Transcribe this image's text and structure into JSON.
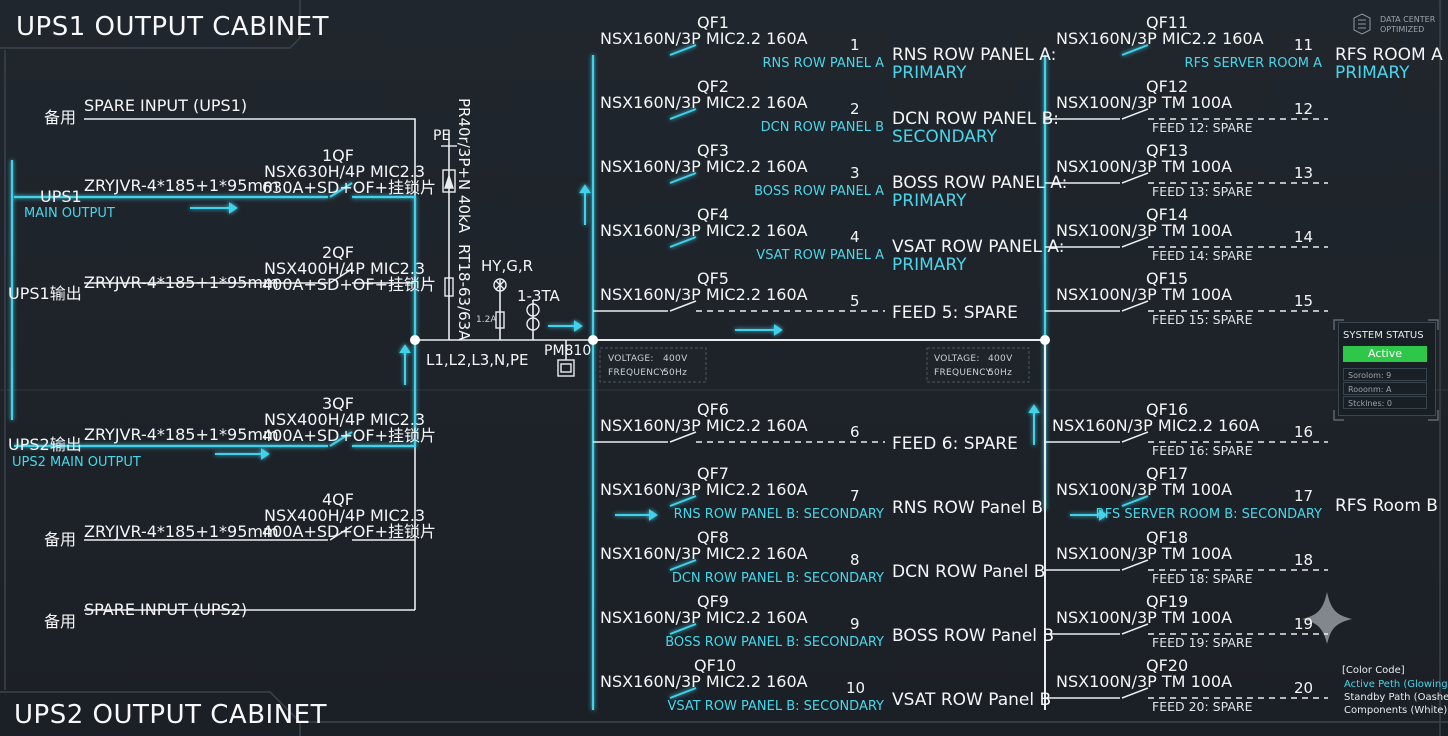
{
  "titles": {
    "top": "UPS1 OUTPUT CABINET",
    "bottom": "UPS2 OUTPUT CABINET"
  },
  "logo": {
    "line1": "DATA CENTER",
    "line2": "OPTIMIZED"
  },
  "inputs": {
    "spare1": {
      "cn": "备用",
      "label": "SPARE INPUT (UPS1)"
    },
    "ups1": {
      "name": "UPS1",
      "sub": "MAIN OUTPUT",
      "cable": "ZRYJVR-4*185+1*95mm"
    },
    "ups1out": {
      "name": "UPS1输出",
      "cable": "ZRYJVR-4*185+1*95mm"
    },
    "ups2out": {
      "name": "UPS2输出",
      "sub": "UPS2 MAIN OUTPUT",
      "cable": "ZRYJVR-4*185+1*95mm"
    },
    "spare2": {
      "cn": "备用",
      "cable": "ZRYJVR-4*185+1*95mm"
    },
    "spare3": {
      "cn": "备用",
      "label": "SPARE INPUT (UPS2)"
    }
  },
  "breakers_in": [
    {
      "id": "1QF",
      "model": "NSX630H/4P MIC2.3",
      "spec": "630A+SD+OF+挂锁片"
    },
    {
      "id": "2QF",
      "model": "NSX400H/4P MIC2.3",
      "spec": "400A+SD+OF+挂锁片"
    },
    {
      "id": "3QF",
      "model": "NSX400H/4P MIC2.3",
      "spec": "400A+SD+OF+挂锁片"
    },
    {
      "id": "4QF",
      "model": "NSX400H/4P MIC2.3",
      "spec": "400A+SD+OF+挂锁片"
    }
  ],
  "bus": {
    "pe": "PE",
    "spd": "PR40r/3P+N 40kA",
    "fuse": "RT18-63/63A",
    "lamps": "HY,G,R",
    "ct": "1-3TA",
    "pm": "PM810",
    "phases": "L1,L2,L3,N,PE",
    "fuse_tag": "1.2A"
  },
  "readouts": [
    {
      "voltage_label": "VOLTAGE:",
      "voltage": "400V",
      "freq_label": "FREQUENCY:",
      "freq": "50Hz"
    },
    {
      "voltage_label": "VOLTAGE:",
      "voltage": "400V",
      "freq_label": "FREQUENCY:",
      "freq": "50Hz"
    }
  ],
  "feeders_mid": [
    {
      "qf": "QF1",
      "model": "NSX160N/3P MIC2.2 160A",
      "n": "1",
      "tag": "RNS ROW PANEL A",
      "dest": "RNS ROW PANEL A:",
      "dest2": "PRIMARY"
    },
    {
      "qf": "QF2",
      "model": "NSX160N/3P MIC2.2 160A",
      "n": "2",
      "tag": "DCN ROW PANEL B",
      "dest": "DCN ROW PANEL B:",
      "dest2": "SECONDARY"
    },
    {
      "qf": "QF3",
      "model": "NSX160N/3P MIC2.2 160A",
      "n": "3",
      "tag": "BOSS ROW PANEL A",
      "dest": "BOSS ROW PANEL A:",
      "dest2": "PRIMARY"
    },
    {
      "qf": "QF4",
      "model": "NSX160N/3P MIC2.2 160A",
      "n": "4",
      "tag": "VSAT ROW PANEL A",
      "dest": "VSAT ROW PANEL A:",
      "dest2": "PRIMARY"
    },
    {
      "qf": "QF5",
      "model": "NSX160N/3P MIC2.2 160A",
      "n": "5",
      "tag": "",
      "dest": "FEED 5: SPARE",
      "dest2": ""
    },
    {
      "qf": "QF6",
      "model": "NSX160N/3P MIC2.2 160A",
      "n": "6",
      "tag": "",
      "dest": "FEED 6: SPARE",
      "dest2": ""
    },
    {
      "qf": "QF7",
      "model": "NSX160N/3P MIC2.2 160A",
      "n": "7",
      "tag": "RNS ROW PANEL B: SECONDARY",
      "dest": "RNS ROW Panel B",
      "dest2": ""
    },
    {
      "qf": "QF8",
      "model": "NSX160N/3P MIC2.2 160A",
      "n": "8",
      "tag": "DCN ROW PANEL B: SECONDARY",
      "dest": "DCN ROW Panel B",
      "dest2": ""
    },
    {
      "qf": "QF9",
      "model": "NSX160N/3P MIC2.2 160A",
      "n": "9",
      "tag": "BOSS ROW PANEL B: SECONDARY",
      "dest": "BOSS ROW Panel B",
      "dest2": ""
    },
    {
      "qf": "QF10",
      "model": "NSX160N/3P MIC2.2 160A",
      "n": "10",
      "tag": "VSAT ROW PANEL B: SECONDARY",
      "dest": "VSAT ROW Panel B",
      "dest2": ""
    }
  ],
  "feeders_right": [
    {
      "qf": "QF11",
      "model": "NSX160N/3P MIC2.2 160A",
      "n": "11",
      "tag": "RFS SERVER ROOM A",
      "dest": "RFS ROOM A",
      "dest2": "PRIMARY"
    },
    {
      "qf": "QF12",
      "model": "NSX100N/3P TM 100A",
      "n": "12",
      "tag": "FEED 12: SPARE",
      "dest": "",
      "dest2": ""
    },
    {
      "qf": "QF13",
      "model": "NSX100N/3P TM 100A",
      "n": "13",
      "tag": "FEED 13: SPARE",
      "dest": "",
      "dest2": ""
    },
    {
      "qf": "QF14",
      "model": "NSX100N/3P TM 100A",
      "n": "14",
      "tag": "FEED 14: SPARE",
      "dest": "",
      "dest2": ""
    },
    {
      "qf": "QF15",
      "model": "NSX100N/3P TM 100A",
      "n": "15",
      "tag": "FEED 15: SPARE",
      "dest": "",
      "dest2": ""
    },
    {
      "qf": "QF16",
      "model": "NSX160N/3P MIC2.2 160A",
      "n": "16",
      "tag": "FEED 16: SPARE",
      "dest": "",
      "dest2": ""
    },
    {
      "qf": "QF17",
      "model": "NSX100N/3P TM 100A",
      "n": "17",
      "tag": "RFS SERVER ROOM B: SECONDARY",
      "dest": "RFS Room B",
      "dest2": ""
    },
    {
      "qf": "QF18",
      "model": "NSX100N/3P TM 100A",
      "n": "18",
      "tag": "FEED 18: SPARE",
      "dest": "",
      "dest2": ""
    },
    {
      "qf": "QF19",
      "model": "NSX100N/3P TM 100A",
      "n": "19",
      "tag": "FEED 19: SPARE",
      "dest": "",
      "dest2": ""
    },
    {
      "qf": "QF20",
      "model": "NSX100N/3P TM 100A",
      "n": "20",
      "tag": "FEED 20: SPARE",
      "dest": "",
      "dest2": ""
    }
  ],
  "status": {
    "title": "SYSTEM STATUS",
    "state": "Active",
    "rows": [
      "Sorolom: 9",
      "Rooonm: A",
      "Stcklnes: 0"
    ]
  },
  "legend": {
    "title": "[Color Code]",
    "active": "Active Peth (Glowing",
    "standby": "Standby Path (Oashed)",
    "components": "Components (White)"
  },
  "colors": {
    "active": "#3fd2ea",
    "wire": "#e9edf0",
    "bg": "#1c2127",
    "status_ok": "#2fc74a"
  }
}
